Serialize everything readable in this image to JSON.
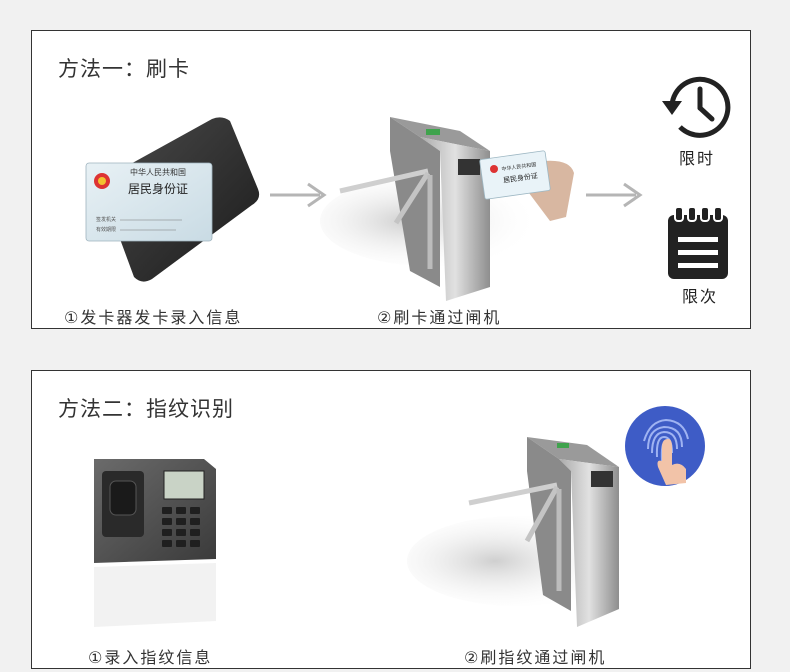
{
  "method1": {
    "title": "方法一：刷卡",
    "step1": "①发卡器发卡录入信息",
    "step2": "②刷卡通过闸机",
    "time_limit": "限时",
    "count_limit": "限次",
    "id_card": {
      "country": "中华人民共和国",
      "name": "居民身份证",
      "issuer": "签发机关",
      "validity": "有效期限"
    },
    "hand_card": {
      "country": "中华人民共和国",
      "name": "居民身份证"
    }
  },
  "method2": {
    "title": "方法二：指纹识别",
    "step1": "①录入指纹信息",
    "step2": "②刷指纹通过闸机"
  },
  "icons": {
    "clock": "clock-icon",
    "calendar": "calendar-icon",
    "arrow": "arrow-right-icon",
    "fingerprint": "fingerprint-icon"
  },
  "colors": {
    "accent_blue": "#3e5cc6",
    "icon_dark": "#222222",
    "arrow_gray": "#b5b5b5"
  }
}
